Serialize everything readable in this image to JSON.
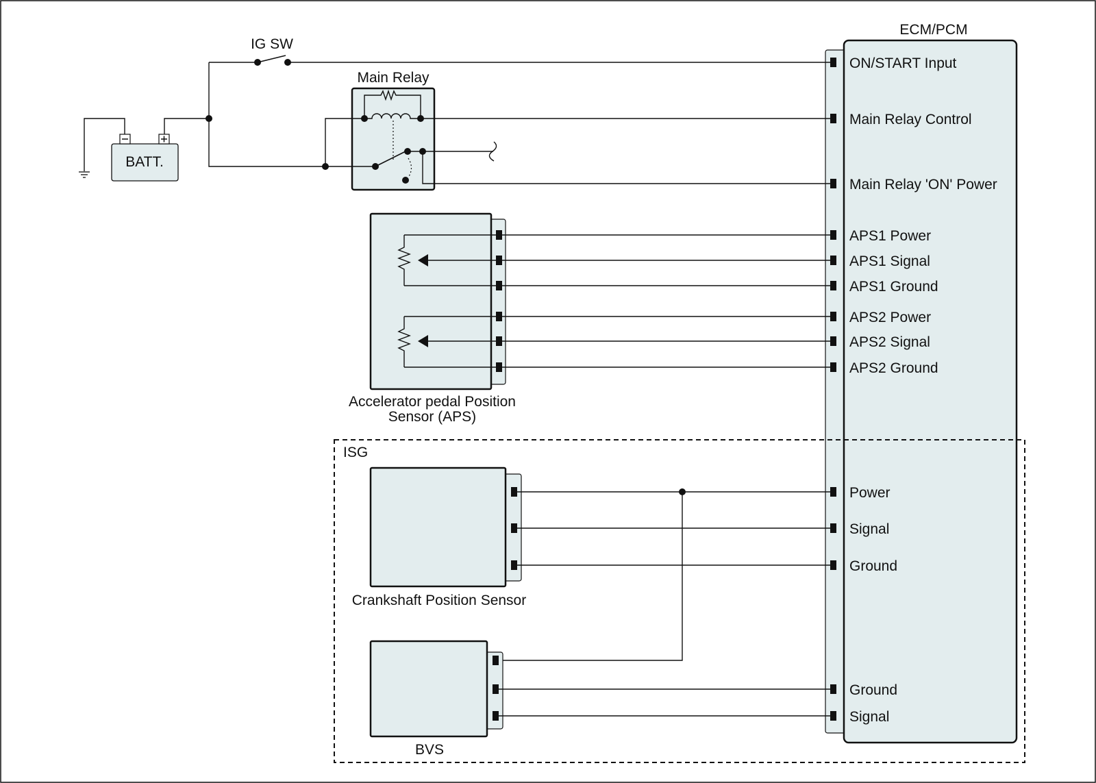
{
  "labels": {
    "ig_sw": "IG SW",
    "main_relay": "Main Relay",
    "battery": "BATT.",
    "ecm": "ECM/PCM",
    "aps_line1": "Accelerator pedal Position",
    "aps_line2": "Sensor (APS)",
    "isg": "ISG",
    "ckp": "Crankshaft Position Sensor",
    "bvs": "BVS",
    "batt_minus": "-",
    "batt_plus": "+"
  },
  "ecm_pins": [
    "ON/START Input",
    "Main Relay Control",
    "Main Relay 'ON' Power",
    "APS1 Power",
    "APS1 Signal",
    "APS1 Ground",
    "APS2 Power",
    "APS2 Signal",
    "APS2 Ground",
    "Power",
    "Signal",
    "Ground",
    "Ground",
    "Signal"
  ],
  "colors": {
    "component_fill": "#e3edee",
    "line": "#111111",
    "background": "#ffffff"
  }
}
